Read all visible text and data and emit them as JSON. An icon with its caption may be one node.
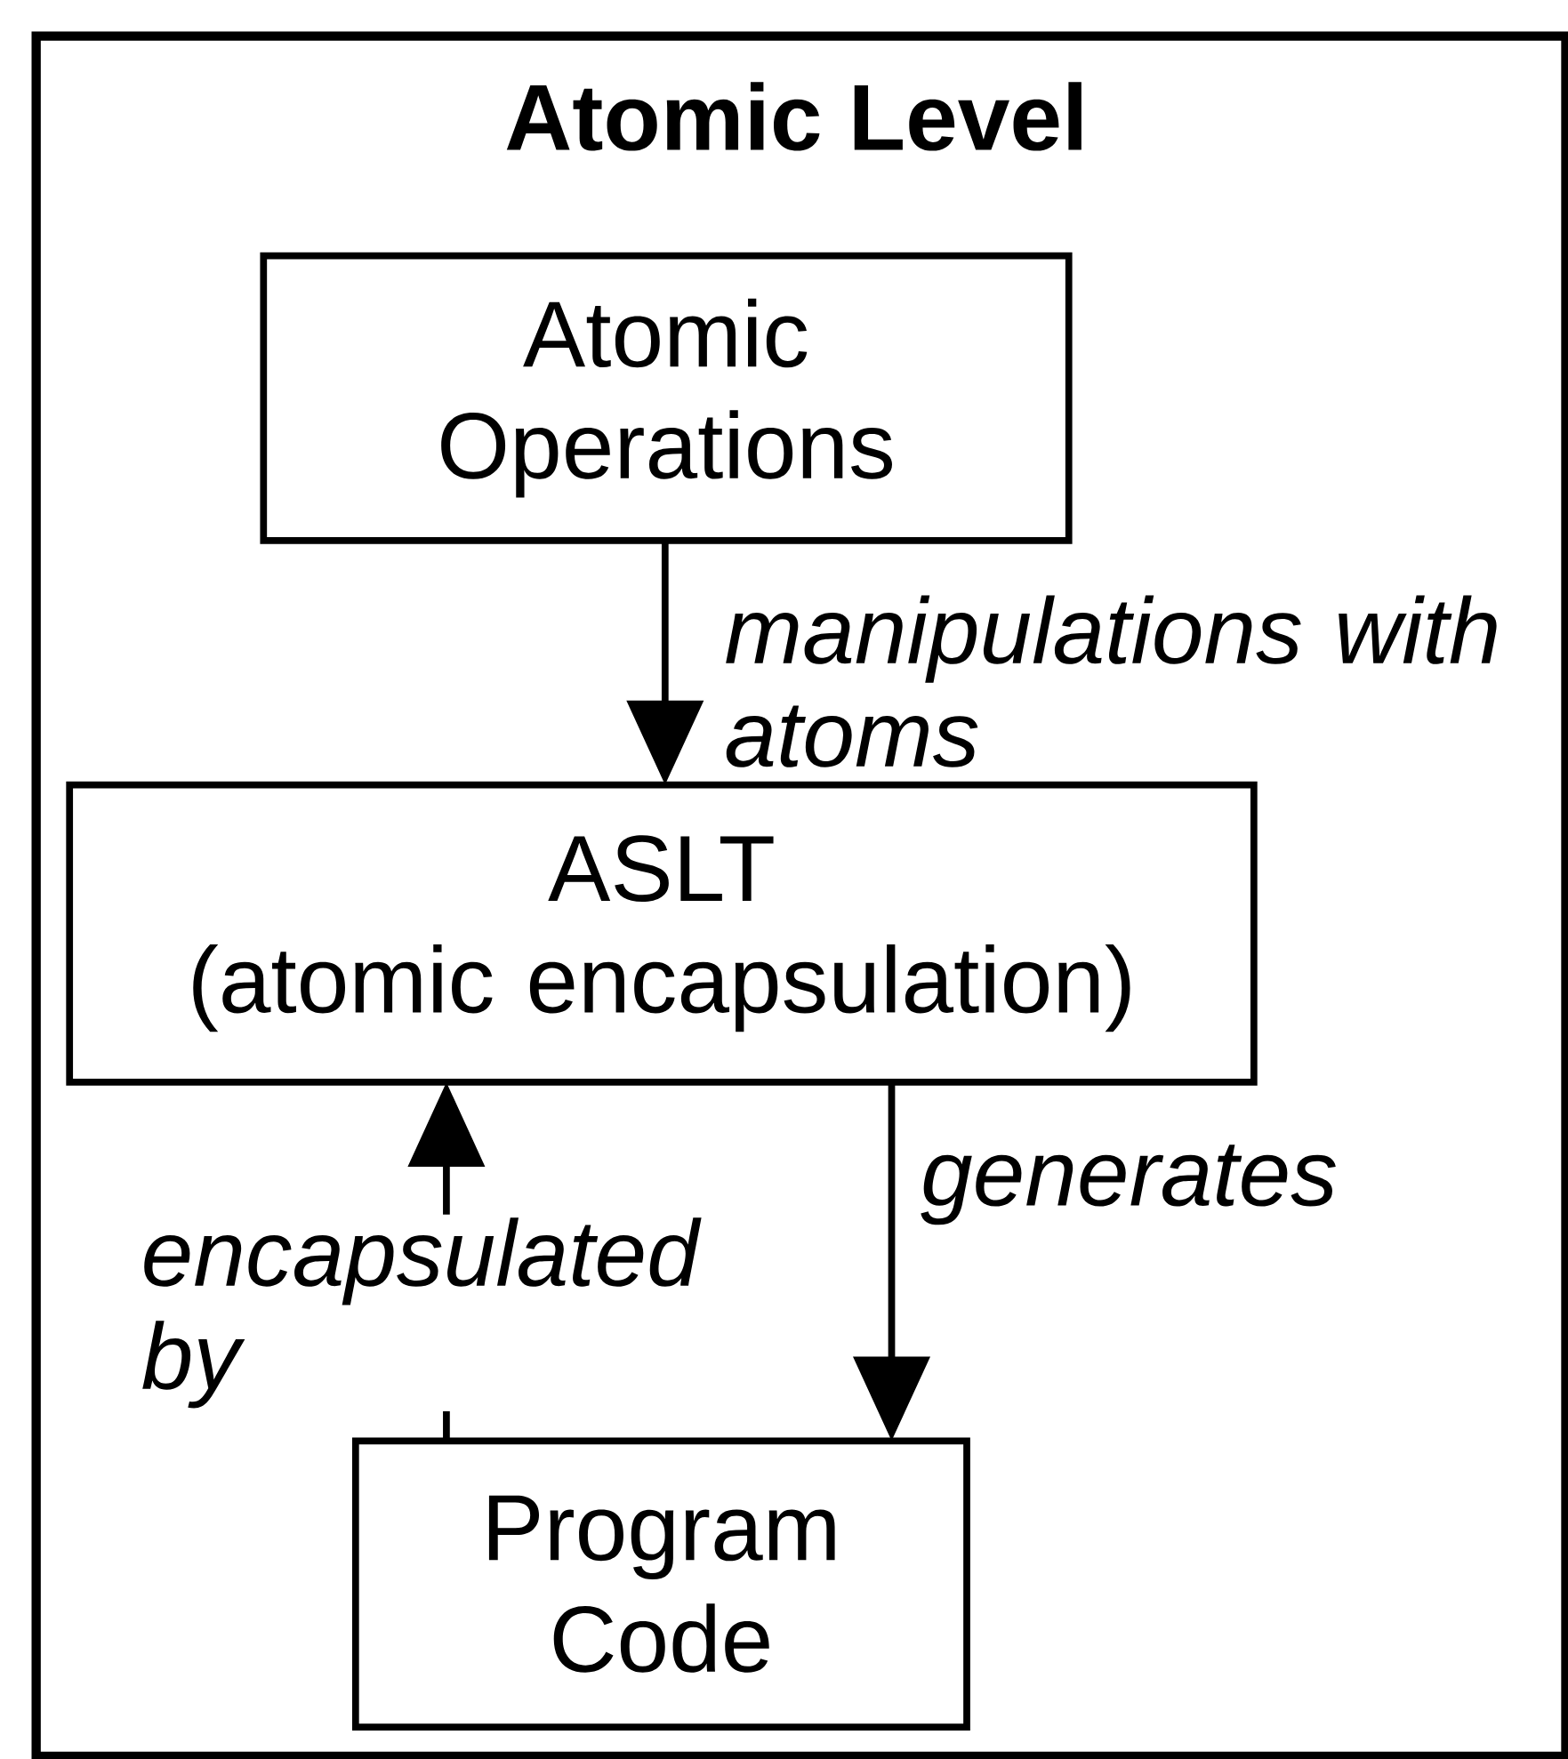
{
  "diagram": {
    "nodes": [
      {
        "text": [
          "Atomic Level"
        ]
      },
      {
        "text": [
          "Atomic Operations"
        ],
        "in": 0
      },
      {
        "text": [
          "ASLT",
          "(atomic encapsulation)"
        ],
        "in": 0
      },
      {
        "text": [
          "Program Code"
        ],
        "in": 0
      }
    ],
    "edges": [
      {
        "from": 1,
        "to": 2,
        "arrow": "to",
        "label": "manipulations with atoms"
      },
      {
        "from": 2,
        "to": 3,
        "arrow": "to",
        "label": "generates"
      },
      {
        "from": 3,
        "to": 2,
        "arrow": "to",
        "label": "encapsulated by"
      }
    ]
  }
}
